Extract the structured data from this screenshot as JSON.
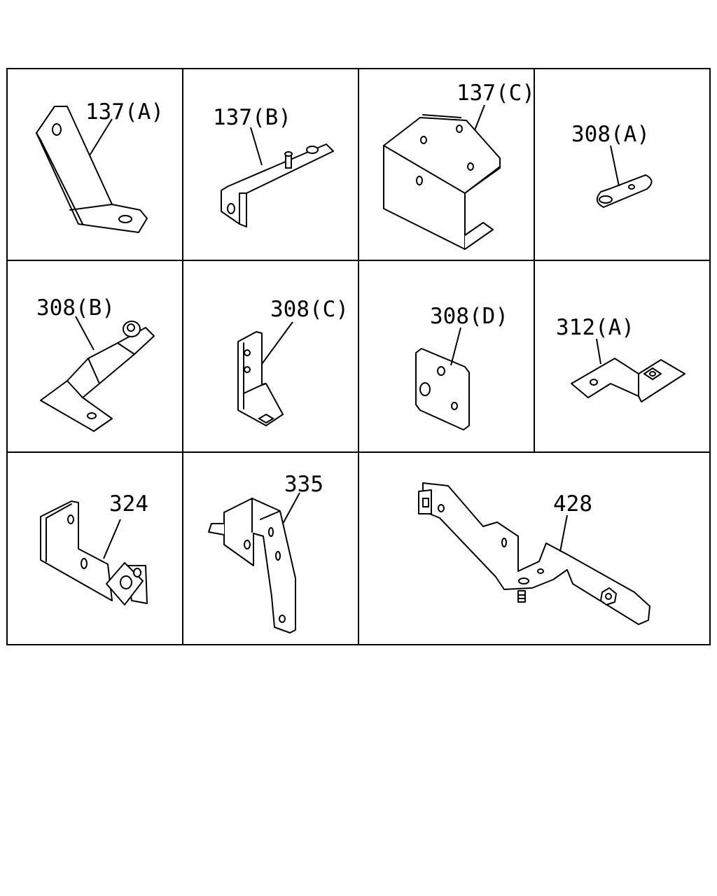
{
  "parts": [
    {
      "id": "137a",
      "label": "137(A)"
    },
    {
      "id": "137b",
      "label": "137(B)"
    },
    {
      "id": "137c",
      "label": "137(C)"
    },
    {
      "id": "308a",
      "label": "308(A)"
    },
    {
      "id": "308b",
      "label": "308(B)"
    },
    {
      "id": "308c",
      "label": "308(C)"
    },
    {
      "id": "308d",
      "label": "308(D)"
    },
    {
      "id": "312a",
      "label": "312(A)"
    },
    {
      "id": "324",
      "label": "324"
    },
    {
      "id": "335",
      "label": "335"
    },
    {
      "id": "428",
      "label": "428"
    }
  ]
}
